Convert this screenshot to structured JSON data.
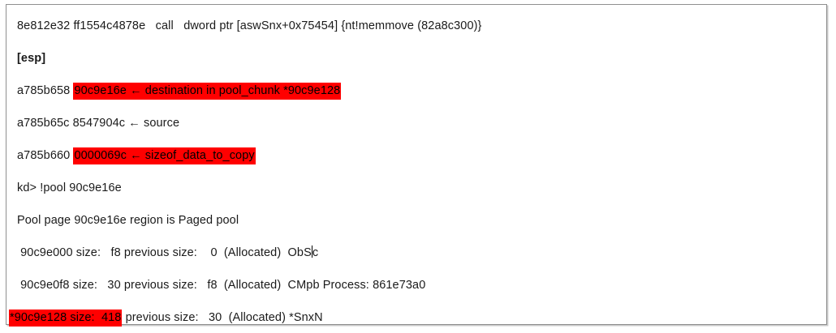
{
  "document": {
    "title": "WinDbg kernel debugger output — pool overflow analysis",
    "highlight_color": "#ff0000",
    "text_color": "#1a1a1a",
    "background_color": "#ffffff",
    "border_color": "#8f8f8f"
  },
  "console": {
    "lines": [
      {
        "id": "disasm-call",
        "segments": [
          {
            "text": "8e812e32 ff1554c4878e   call   dword ptr [aswSnx+0x75454] {nt!memmove (82a8c300)}",
            "style": "normal"
          }
        ]
      },
      {
        "id": "esp-label",
        "segments": [
          {
            "text": "[esp]",
            "style": "bold"
          }
        ]
      },
      {
        "id": "stack-destination",
        "segments": [
          {
            "text": "a785b658 ",
            "style": "normal"
          },
          {
            "text": "90c9e16e ← destination in pool_chunk *90c9e128",
            "style": "highlight"
          }
        ]
      },
      {
        "id": "stack-source",
        "segments": [
          {
            "text": "a785b65c 8547904c ← source",
            "style": "normal"
          }
        ]
      },
      {
        "id": "stack-size",
        "segments": [
          {
            "text": "a785b660 ",
            "style": "normal"
          },
          {
            "text": "0000069c ← sizeof_data_to_copy",
            "style": "highlight"
          }
        ]
      },
      {
        "id": "kd-command",
        "segments": [
          {
            "text": "kd> !pool 90c9e16e",
            "style": "normal"
          }
        ]
      },
      {
        "id": "pool-page-region",
        "segments": [
          {
            "text": "Pool page 90c9e16e region is Paged pool",
            "style": "normal"
          }
        ]
      },
      {
        "id": "pool-chunk-1",
        "segments": [
          {
            "text": " 90c9e000 size:   f8 previous size:    0  (Allocated)  ObS",
            "style": "normal"
          },
          {
            "text": "",
            "style": "caret"
          },
          {
            "text": "c",
            "style": "normal"
          }
        ]
      },
      {
        "id": "pool-chunk-2",
        "segments": [
          {
            "text": " 90c9e0f8 size:   30 previous size:   f8  (Allocated)  CMpb Process: 861e73a0",
            "style": "normal"
          }
        ]
      },
      {
        "id": "pool-chunk-3-overflowed",
        "segments": [
          {
            "text": "*90c9e128 size:  418",
            "style": "highlight"
          },
          {
            "text": " previous size:   30  (Allocated) *SnxN",
            "style": "normal"
          }
        ]
      }
    ]
  }
}
